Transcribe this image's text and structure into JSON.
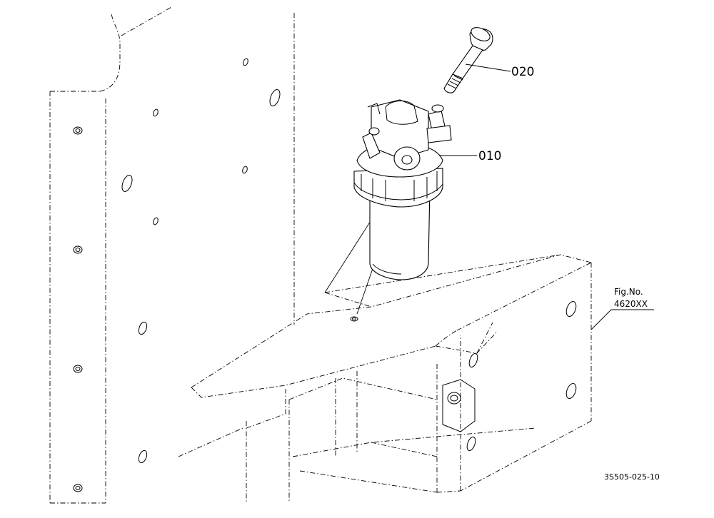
{
  "callouts": {
    "bolt": "020",
    "filter": "010"
  },
  "reference": {
    "line1": "Fig.No.",
    "line2": "4620XX"
  },
  "drawing_code": "3S505-025-10"
}
